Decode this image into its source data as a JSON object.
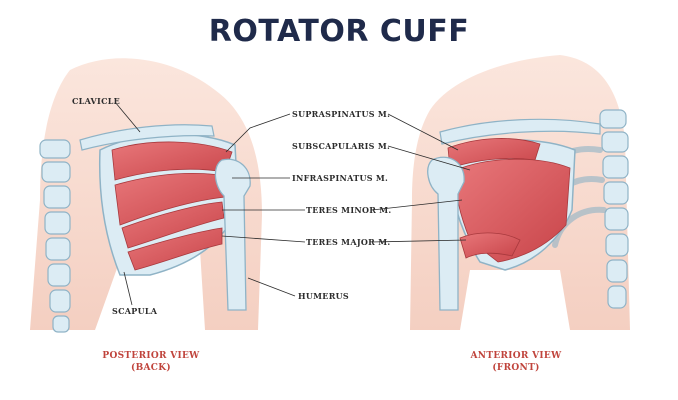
{
  "title": "ROTATOR CUFF",
  "labels": {
    "clavicle": "CLAVICLE",
    "scapula": "SCAPULA",
    "supraspinatus": "SUPRASPINATUS M.",
    "subscapularis": "SUBSCAPULARIS M.",
    "infraspinatus": "INFRASPINATUS M.",
    "teres_minor": "TERES MINOR M.",
    "teres_major": "TERES MAJOR M.",
    "humerus": "HUMERUS"
  },
  "views": {
    "posterior": {
      "line1": "POSTERIOR VIEW",
      "line2": "(BACK)"
    },
    "anterior": {
      "line1": "ANTERIOR VIEW",
      "line2": "(FRONT)"
    }
  },
  "colors": {
    "title": "#1f2a4a",
    "muscle": "#d9575b",
    "bone": "#dcecf4",
    "skin": "#f7d9cc",
    "view_label": "#c0443c"
  }
}
